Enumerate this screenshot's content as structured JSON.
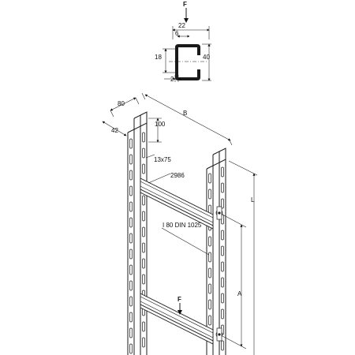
{
  "profile": {
    "force_label": "F",
    "dim_top_width": "22",
    "dim_gap": "6",
    "dim_height": "40",
    "dim_inner": "18",
    "dim_thickness": "2"
  },
  "ladder": {
    "dim_rail_depth": "80",
    "dim_rail_width": "42",
    "dim_width": "B",
    "dim_hole_pitch": "100",
    "dim_slot": "13x75",
    "dim_rung_length": "2986",
    "rung_profile": "I 80 DIN 1025",
    "force_label": "F",
    "dim_length": "L",
    "dim_spacing": "A"
  }
}
